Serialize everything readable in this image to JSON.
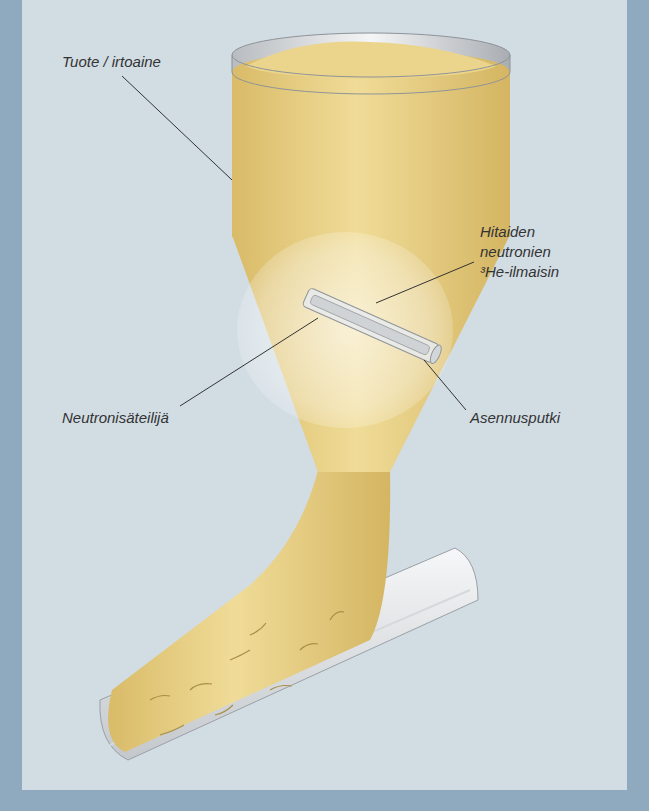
{
  "diagram": {
    "labels": [
      "Tuote / irtoaine",
      "Hitaiden neutronien ³He-ilmaisin",
      "Neutronisäteilijä",
      "Asennusputki"
    ]
  }
}
